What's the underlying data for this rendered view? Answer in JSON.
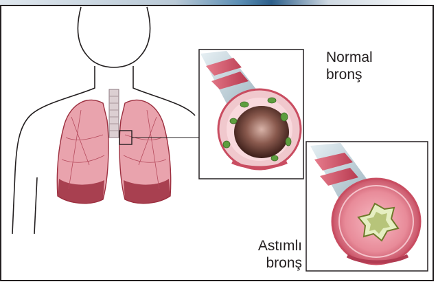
{
  "labels": {
    "normal_line1": "Normal",
    "normal_line2": "bronş",
    "asthma_line1": "Astımlı",
    "asthma_line2": "bronş"
  },
  "colors": {
    "lung_fill": "#e9a3ad",
    "lung_dark": "#9c2f3f",
    "airway_ring": "#c8d5dc",
    "airway_muscle": "#d85a6c",
    "mucus_green": "#5e9e3f",
    "asthma_lumen": "#b7c47a",
    "outline": "#231f20"
  }
}
